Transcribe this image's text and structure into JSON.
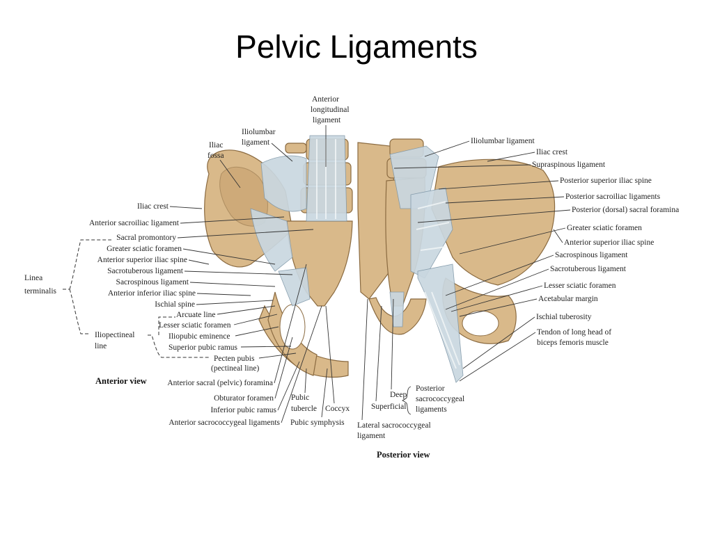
{
  "title": "Pelvic Ligaments",
  "anterior": {
    "view_label": "Anterior view",
    "labels": {
      "anterior_longitudinal_ligament": [
        "Anterior",
        "longitudinal",
        "ligament"
      ],
      "iliolumbar_ligament": [
        "Iliolumbar",
        "ligament"
      ],
      "iliac_fossa": [
        "Iliac",
        "fossa"
      ],
      "iliac_crest": "Iliac crest",
      "anterior_sacroiliac_ligament": "Anterior sacroiliac ligament",
      "sacral_promontory": "Sacral promontory",
      "greater_sciatic_foramen": "Greater sciatic foramen",
      "anterior_superior_iliac_spine": "Anterior superior iliac spine",
      "sacrotuberous_ligament": "Sacrotuberous ligament",
      "sacrospinous_ligament": "Sacrospinous ligament",
      "anterior_inferior_iliac_spine": "Anterior inferior iliac spine",
      "ischial_spine": "Ischial spine",
      "arcuate_line": "Arcuate line",
      "lesser_sciatic_foramen": "Lesser sciatic foramen",
      "iliopubic_eminence": "Iliopubic eminence",
      "superior_pubic_ramus": "Superior pubic ramus",
      "pecten_pubis": "Pecten pubis",
      "pectineal_line": "(pectineal line)",
      "linea_terminalis": [
        "Linea",
        "terminalis"
      ],
      "iliopectineal_line": [
        "Iliopectineal",
        "line"
      ],
      "anterior_sacral_foramina": "Anterior sacral (pelvic) foramina",
      "obturator_foramen": "Obturator foramen",
      "inferior_pubic_ramus": "Inferior pubic ramus",
      "anterior_sacrococcygeal_ligaments": "Anterior sacrococcygeal ligaments",
      "pubic_tubercle": [
        "Pubic",
        "tubercle"
      ],
      "coccyx": "Coccyx",
      "pubic_symphysis": "Pubic symphysis"
    }
  },
  "posterior": {
    "view_label": "Posterior view",
    "labels": {
      "iliolumbar_ligament": "Iliolumbar ligament",
      "iliac_crest": "Iliac crest",
      "supraspinous_ligament": "Supraspinous ligament",
      "posterior_superior_iliac_spine": "Posterior superior iliac spine",
      "posterior_sacroiliac_ligaments": "Posterior sacroiliac ligaments",
      "posterior_dorsal_sacral_foramina": "Posterior (dorsal) sacral foramina",
      "greater_sciatic_foramen": "Greater sciatic foramen",
      "anterior_superior_iliac_spine": "Anterior superior iliac spine",
      "sacrospinous_ligament": "Sacrospinous ligament",
      "sacrotuberous_ligament": "Sacrotuberous ligament",
      "lesser_sciatic_foramen": "Lesser sciatic foramen",
      "acetabular_margin": "Acetabular margin",
      "ischial_tuberosity": "Ischial tuberosity",
      "tendon_biceps_femoris": [
        "Tendon of long head of",
        "biceps femoris muscle"
      ],
      "deep": "Deep",
      "superficial": "Superficial",
      "posterior_sacrococcygeal_ligaments": [
        "Posterior",
        "sacrococcygeal",
        "ligaments"
      ],
      "lateral_sacrococcygeal_ligament": [
        "Lateral sacrococcygeal",
        "ligament"
      ]
    }
  }
}
